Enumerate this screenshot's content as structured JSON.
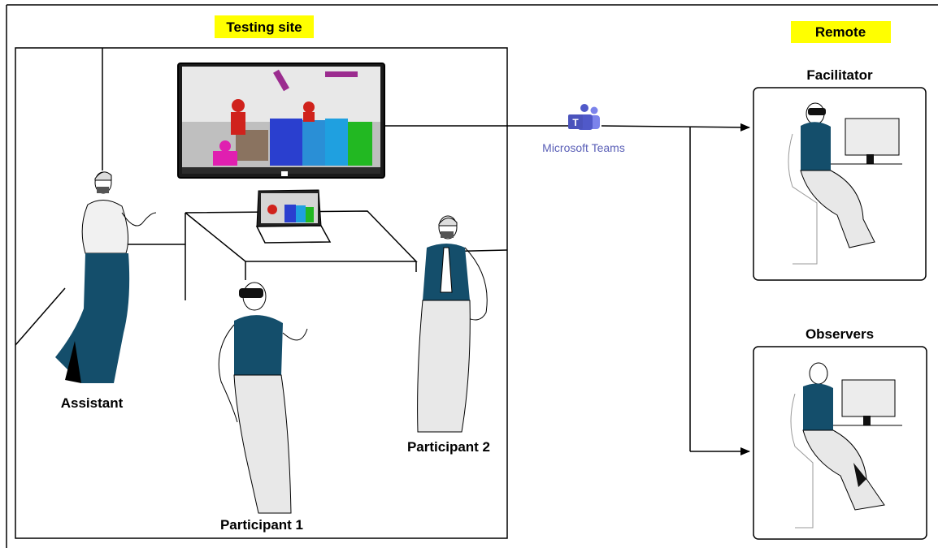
{
  "labels": {
    "testing_site": "Testing site",
    "remote": "Remote",
    "facilitator": "Facilitator",
    "observers": "Observers",
    "assistant": "Assistant",
    "participant_1": "Participant 1",
    "participant_2": "Participant 2",
    "microsoft_teams": "Microsoft Teams"
  },
  "colors": {
    "highlight": "#ffff00",
    "navy": "#144e6b",
    "teams": "#5a5fb7",
    "light_gray": "#e6e6e6"
  },
  "icons": [
    "teams-logo-icon",
    "monitor-icon",
    "laptop-icon",
    "person-figure",
    "vr-headset-icon",
    "arrow-icon"
  ]
}
